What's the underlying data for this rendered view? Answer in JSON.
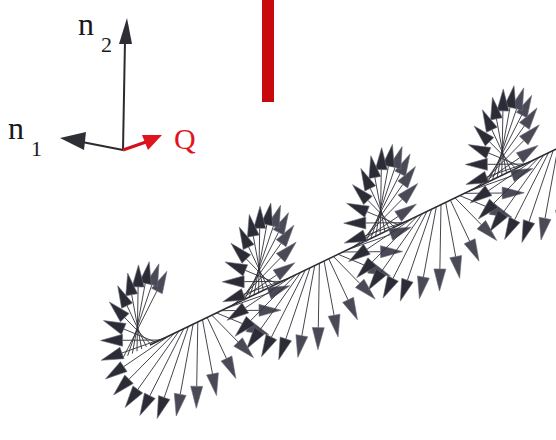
{
  "diagram": {
    "labels": [
      "n",
      "2",
      "n",
      "1",
      "Q"
    ]
  }
}
